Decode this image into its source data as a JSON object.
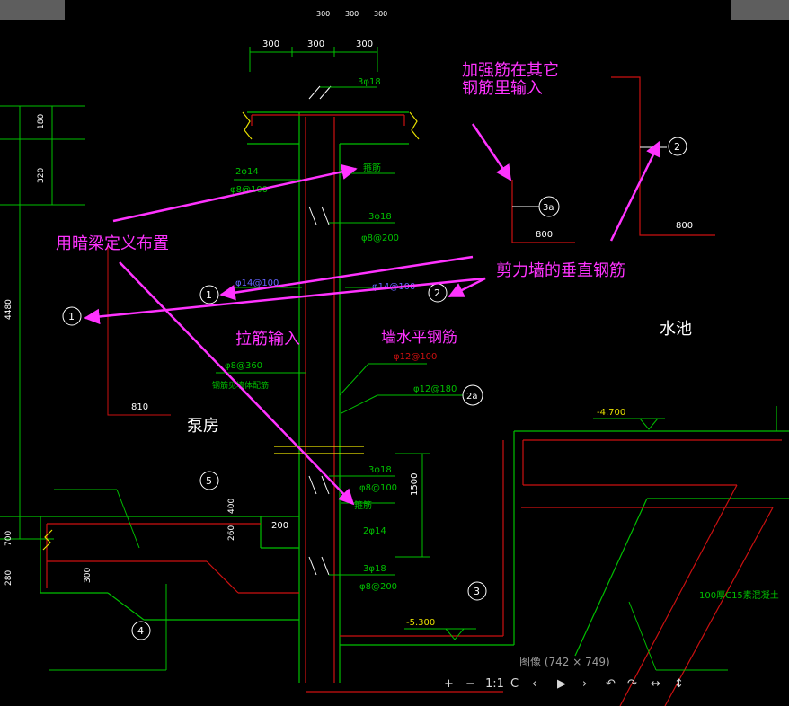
{
  "top_dims": [
    "300",
    "300",
    "300"
  ],
  "top_dims_small": [
    "300",
    "300",
    "300"
  ],
  "annotations": {
    "dark_beam": "用暗梁定义布置",
    "reinforce_1": "加强筋在其它",
    "reinforce_2": "钢筋里输入",
    "shear_wall_vertical": "剪力墙的垂直钢筋",
    "tie_bar": "拉筋输入",
    "wall_horizontal": "墙水平钢筋"
  },
  "rooms": {
    "pump_room": "泵房",
    "pool": "水池"
  },
  "circle_labels": [
    "1",
    "1",
    "2",
    "2",
    "2a",
    "3a",
    "3",
    "4",
    "5"
  ],
  "dims": {
    "left_180": "180",
    "left_320": "320",
    "left_4480": "4480",
    "left_810": "810",
    "right_800": "800",
    "right_800b": "800",
    "d_200": "200",
    "d_1500": "1500",
    "d_300": "300",
    "d_280": "280",
    "d_400": "400",
    "d_700": "700",
    "d_260": "260"
  },
  "bar_labels": {
    "b1": "3φ18",
    "b2": "2φ14",
    "b3": "φ8@100",
    "b4": "3φ18",
    "b5": "φ8@200",
    "b6": "φ14@100",
    "b7": "φ14@100",
    "b8": "φ8@360",
    "b9": "φ12@100",
    "b10": "φ12@180",
    "b11": "3φ18",
    "b12": "φ8@100",
    "b13": "2φ14",
    "b14": "3φ18",
    "b15": "φ8@200",
    "b16": "箍筋",
    "b17": "箍筋"
  },
  "levels": {
    "l1": "-4.700",
    "l2": "-5.300"
  },
  "notes": {
    "concrete": "100厚C15素混凝土",
    "wall_note": "钢筋见墙体配筋"
  },
  "viewer": {
    "caption": "图像 (742 × 749)",
    "zoom_in": "+",
    "zoom_out": "−",
    "actual": "1:1",
    "reset": "C",
    "prev": "‹",
    "play": "▶",
    "next": "›",
    "rot_left": "↶",
    "rot_right": "↷",
    "flip_h": "↔",
    "flip_v": "↕"
  },
  "colors": {
    "green": "#00c000",
    "red": "#cc1010",
    "magenta": "#ff33ff",
    "white": "#e8e8e8",
    "yellow": "#e8e000",
    "blue": "#6464ff"
  }
}
